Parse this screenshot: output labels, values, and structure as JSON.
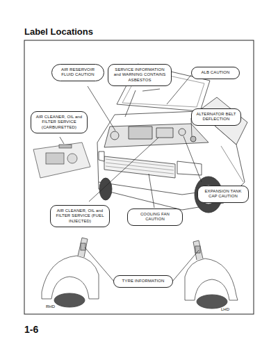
{
  "diagram": {
    "title": "Label Locations",
    "nodes": [
      {
        "text": [
          "AIR RESERVOIR FLUID CAUTION"
        ]
      },
      {
        "text": [
          "SERVICE INFORMATION and WARNING CONTAINS ASBESTOS"
        ]
      },
      {
        "text": [
          "ALB CAUTION"
        ]
      },
      {
        "text": [
          "AIR CLEANER, OIL and FILTER SERVICE (CARBURETTED)"
        ]
      },
      {
        "text": [
          "ALTERNATOR BELT DEFLECTION"
        ]
      },
      {
        "text": [
          "EXPANSION TANK CAP CAUTION"
        ]
      },
      {
        "text": [
          "AIR CLEANER, OIL and FILTER SERVICE (FUEL INJECTED)"
        ]
      },
      {
        "text": [
          "COOLING FAN CAUTION"
        ]
      },
      {
        "text": [
          "TYRE INFORMATION"
        ]
      }
    ],
    "labels": [
      "RHD",
      "LHD",
      "1-6"
    ]
  }
}
